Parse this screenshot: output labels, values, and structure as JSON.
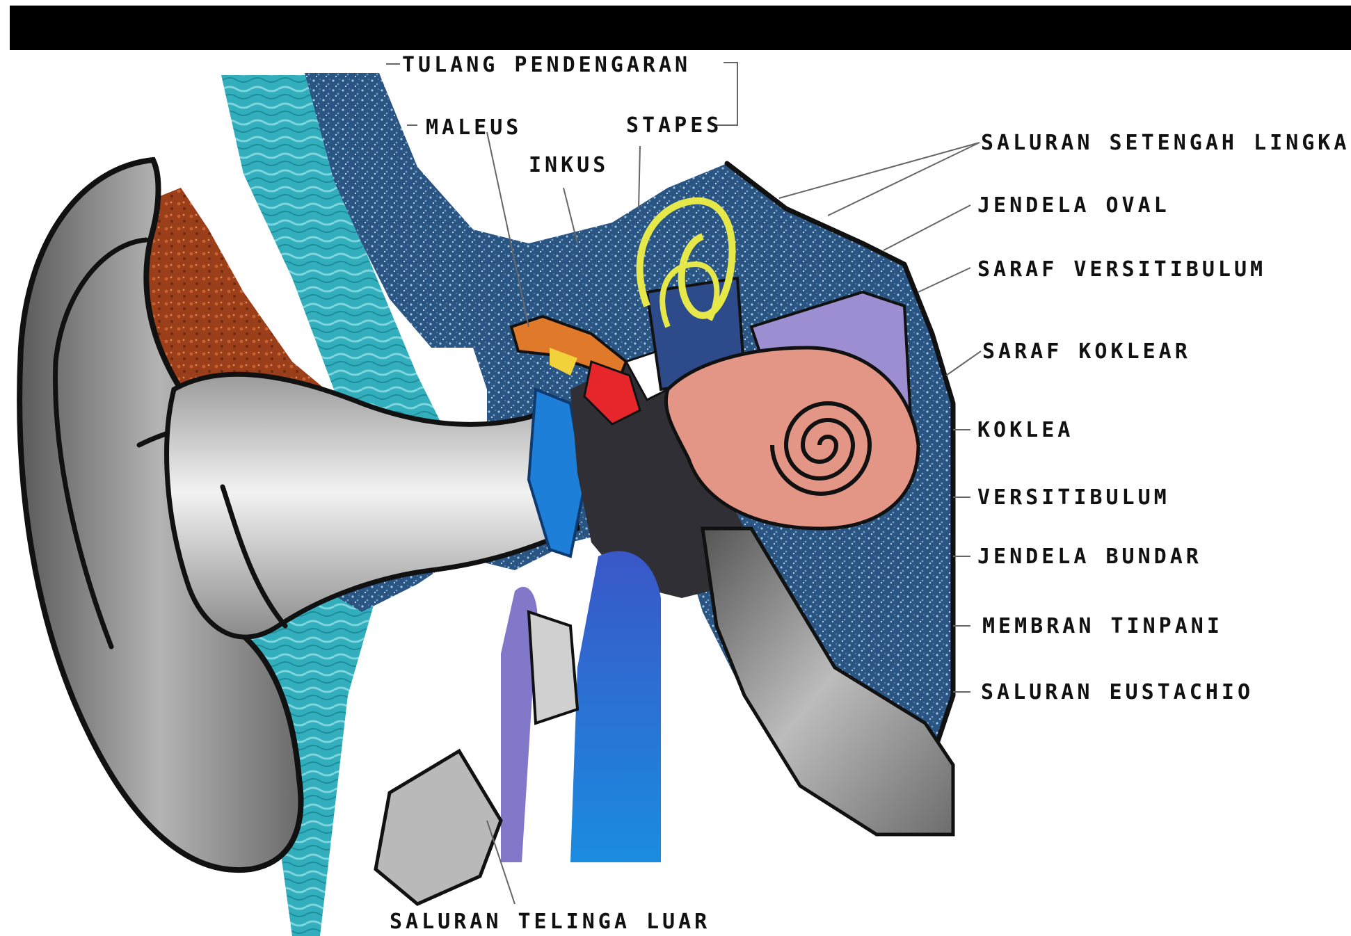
{
  "diagram": {
    "colors": {
      "top_bar": "#000000",
      "bone": "#27507a",
      "bone_speckle": "#8fb6d8",
      "skin": "#2fb0bd",
      "cartilage": "#a0441d",
      "ear_outer": "#7b7b7b",
      "ear_canal": "#dcdcdc",
      "cochlea": "#e39685",
      "semicircular": "#e6e84a",
      "ossicle_orange": "#e07a2a",
      "tympanic": "#1e7fd8",
      "eustachian": "#888888",
      "vestibular_nerve": "#9c8ed0",
      "label_text": "#111111"
    },
    "labels": {
      "tulang_pendengaran": "TULANG PENDENGARAN",
      "maleus": "MALEUS",
      "stapes": "STAPES",
      "inkus": "INKUS",
      "saluran_setengah_lingkaran": "SALURAN SETENGAH LINGKAR",
      "jendela_oval": "JENDELA OVAL",
      "saraf_versitibulum": "SARAF VERSITIBULUM",
      "saraf_koklear": "SARAF KOKLEAR",
      "koklea": "KOKLEA",
      "versitibulum": "VERSITIBULUM",
      "jendela_bundar": "JENDELA BUNDAR",
      "membran_tinpani": "MEMBRAN TINPANI",
      "saluran_eustachio": "SALURAN EUSTACHIO",
      "saluran_telinga_luar": "SALURAN TELINGA LUAR"
    }
  }
}
